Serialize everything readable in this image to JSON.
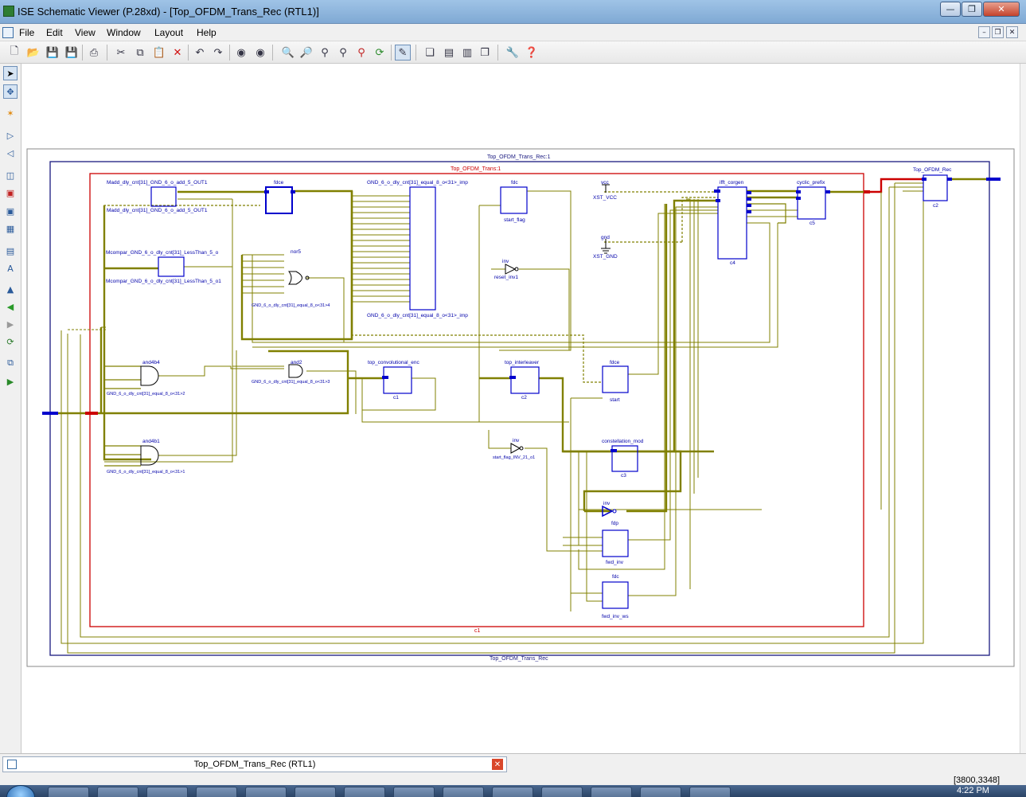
{
  "window": {
    "title": "ISE Schematic Viewer (P.28xd) - [Top_OFDM_Trans_Rec (RTL1)]"
  },
  "menu": {
    "file": "File",
    "edit": "Edit",
    "view": "View",
    "window": "Window",
    "layout": "Layout",
    "help": "Help"
  },
  "schematic": {
    "outer_top_label": "Top_OFDM_Trans_Rec:1",
    "outer_bottom_label": "Top_OFDM_Trans_Rec",
    "inner_top_label": "Top_OFDM_Trans:1",
    "inner_bottom_label": "c1",
    "rec_block_label": "Top_OFDM_Rec",
    "rec_block_instance": "c2",
    "adder_label": "Madd_dly_cnt[31]_GND_6_o_add_5_OUT1",
    "adder_instance": "Madd_dly_cnt[31]_GND_6_o_add_5_OUT1",
    "fdce_top": "fdce",
    "compare_label": "Mcompar_GND_6_o_dly_cnt[31]_LessThan_5_o",
    "compare_instance": "Mcompar_GND_6_o_dly_cnt[31]_LessThan_5_o1",
    "nor_label": "nor5",
    "nor_instance": "GND_6_o_dly_cnt[31]_equal_8_o<31>4",
    "equal_label": "GND_6_o_dly_cnt[31]_equal_8_o<31>_imp",
    "equal_instance": "GND_6_o_dly_cnt[31]_equal_8_o<31>_imp",
    "fdc_start_label": "fdc",
    "fdc_start_instance": "start_flag",
    "inv_reset_label": "inv",
    "inv_reset_instance": "reset_inv1",
    "vcc_label": "vcc",
    "vcc_instance": "XST_VCC",
    "gnd_label": "gnd",
    "gnd_instance": "XST_GND",
    "ifft_label": "ifft_corgen",
    "ifft_instance": "c4",
    "cyclic_label": "cyclic_prefix",
    "cyclic_instance": "c5",
    "and4b4_label": "and4b4",
    "and4b4_instance": "GND_6_o_dly_cnt[31]_equal_8_o<31>2",
    "and2_label": "and2",
    "and2_instance": "GND_6_o_dly_cnt[31]_equal_8_o<31>3",
    "conv_label": "top_convolutional_enc",
    "conv_instance": "c1",
    "interleaver_label": "top_interleaver",
    "interleaver_instance": "c2",
    "fdce_start_label": "fdce",
    "fdce_start_instance": "start",
    "and4b1_label": "and4b1",
    "and4b1_instance": "GND_6_o_dly_cnt[31]_equal_8_o<31>1",
    "inv_start_label": "inv",
    "inv_start_instance": "start_flag_INV_21_o1",
    "const_label": "constellation_mod",
    "const_instance": "c3",
    "inv_mid_label": "inv",
    "fdp_label": "fdp",
    "fdp_instance": "fwd_inv",
    "fdc_label": "fdc",
    "fdc_instance": "fwd_inv_ws"
  },
  "doc_tab": {
    "label": "Top_OFDM_Trans_Rec (RTL1)"
  },
  "status": {
    "coords": "[3800,3348]"
  },
  "taskbar": {
    "clock": "4:22 PM"
  },
  "colors": {
    "wire": "#808000",
    "block": "#0000cc",
    "inner_frame": "#cc0000",
    "outer_frame": "#000080"
  }
}
